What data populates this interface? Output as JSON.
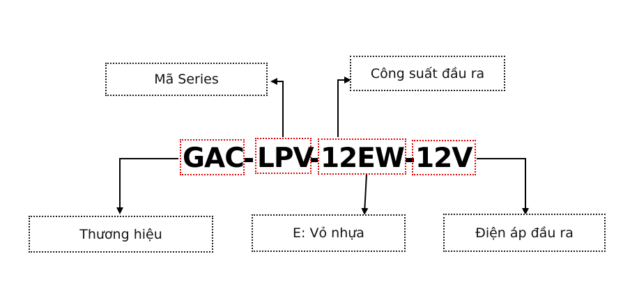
{
  "diagram": {
    "code_segments": [
      {
        "text": "GAC",
        "role": "brand"
      },
      {
        "text": "LPV",
        "role": "series"
      },
      {
        "text": "12EW",
        "role": "power_and_case"
      },
      {
        "text": "12V",
        "role": "output_voltage"
      }
    ],
    "separator": "-",
    "labels": {
      "series": "Mã Series",
      "power": "Công suất đầu ra",
      "brand": "Thương hiệu",
      "case": "E: Vỏ nhựa",
      "voltage": "Điện áp đầu ra"
    },
    "colors": {
      "segment_border": "#e00000",
      "label_border": "#1a1a1a",
      "connector": "#000000"
    }
  }
}
